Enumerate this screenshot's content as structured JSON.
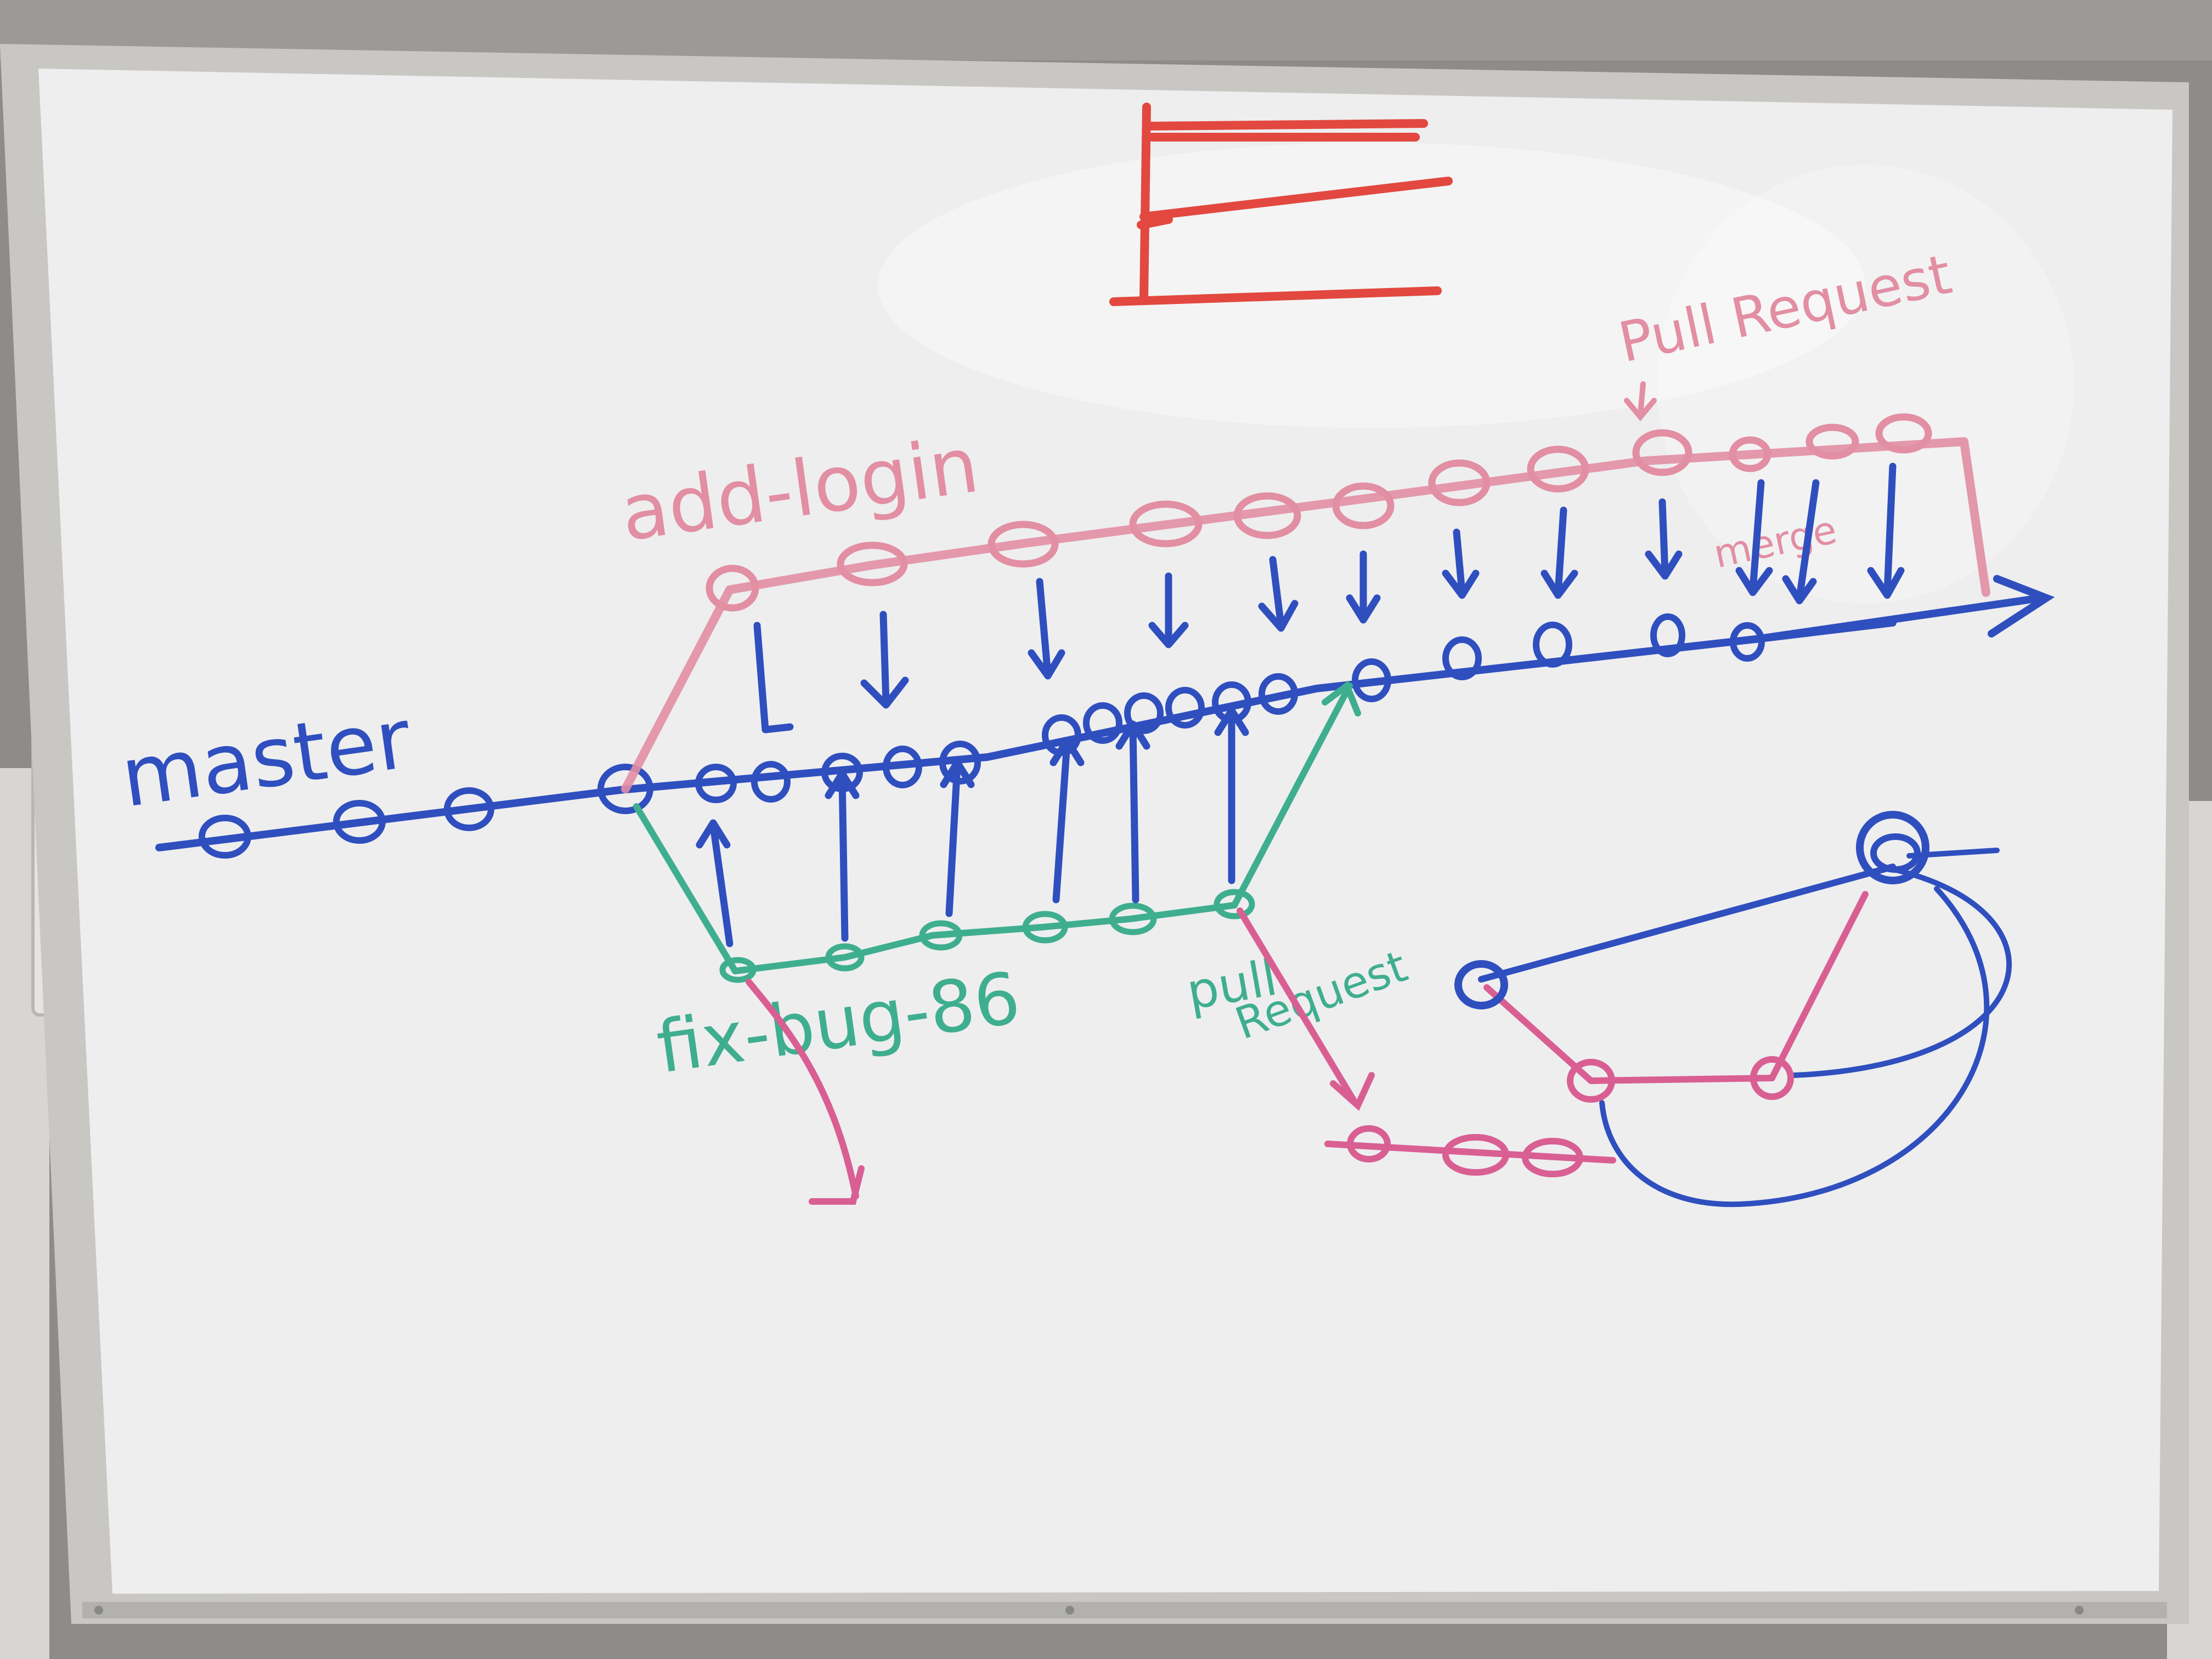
{
  "colors": {
    "wall": "#8e8c89",
    "frame": "#c9c7c4",
    "board": "#eeeeef",
    "master_blue": "#2f4fbf",
    "add_login_pink": "#e28ea3",
    "fix_bug_green": "#3fae8f",
    "magenta": "#d95f93",
    "red": "#e2483f"
  },
  "labels": {
    "master": "master",
    "add_login": "add-login",
    "fix_bug": "fix-bug-86",
    "pull_request_top": "Pull Request",
    "pull_request_bottom_1": "pull",
    "pull_request_bottom_2": "Request",
    "merge": "merge"
  }
}
